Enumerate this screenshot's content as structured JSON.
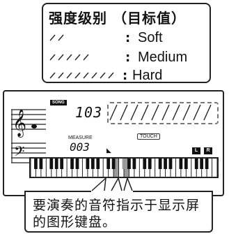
{
  "legend": {
    "title": "强度级别 （目标值）",
    "rows": [
      {
        "dashes": 2,
        "colon": ":",
        "label": "Soft"
      },
      {
        "dashes": 5,
        "colon": ":",
        "label": "Medium"
      },
      {
        "dashes": 8,
        "colon": ":",
        "label": "Hard"
      }
    ]
  },
  "display": {
    "song_badge": "SONG",
    "song_number": "103",
    "touch_badge": "TOUCH",
    "measure_label": "MEASURE",
    "measure_number": "003",
    "left_hand_badge": "L",
    "right_hand_badge": "R",
    "dash_count": 10
  },
  "description": {
    "text": "要演奏的音符指示于显示屏的图形键盘。"
  },
  "colors": {
    "outline": "#222222",
    "dash": "#777777",
    "key_highlight": "#9a9a9a"
  }
}
